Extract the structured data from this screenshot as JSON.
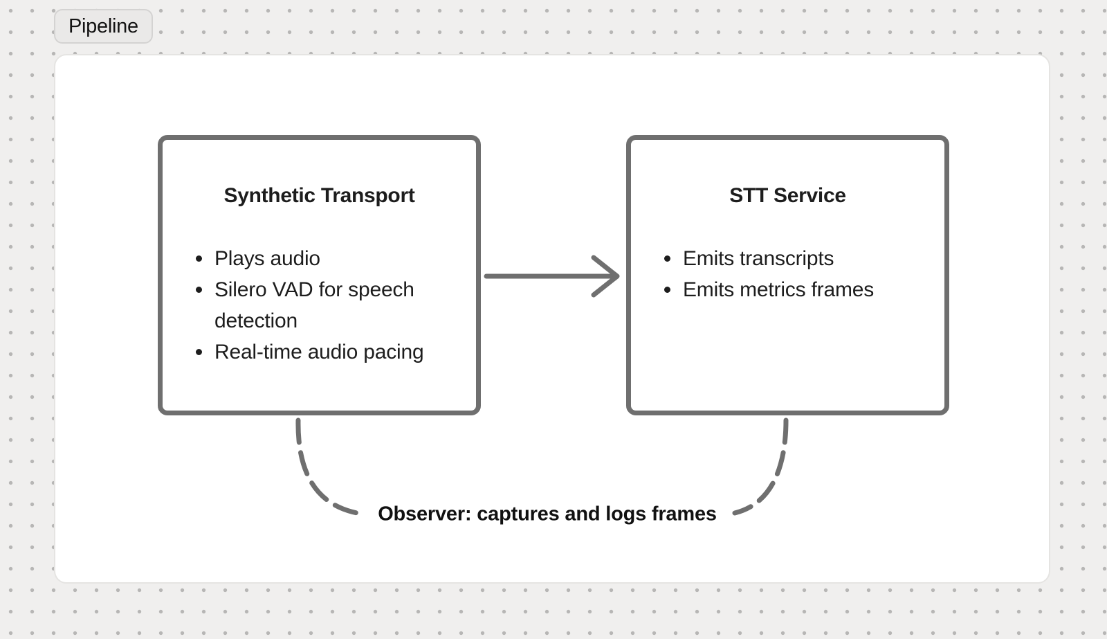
{
  "frame_label": "Pipeline",
  "colors": {
    "background": "#f0efee",
    "dot": "#b7b6b5",
    "frame_bg": "#ffffff",
    "frame_border": "#e5e4e2",
    "tab_bg": "#eae9e8",
    "tab_border": "#d4d3d2",
    "tab_text": "#141414",
    "shape_stroke": "#6f6f6f",
    "node_bg": "#ffffff",
    "text": "#1d1d1d",
    "annotation_text": "#111111"
  },
  "nodes": [
    {
      "title": "Synthetic Transport",
      "bullets": [
        "Plays audio",
        "Silero VAD for speech detection",
        "Real-time audio pacing"
      ]
    },
    {
      "title": "STT Service",
      "bullets": [
        "Emits transcripts",
        "Emits metrics frames"
      ]
    }
  ],
  "connectors": {
    "arrow": "synthetic-transport-to-stt-service",
    "annotation": "Observer: captures and logs frames"
  }
}
